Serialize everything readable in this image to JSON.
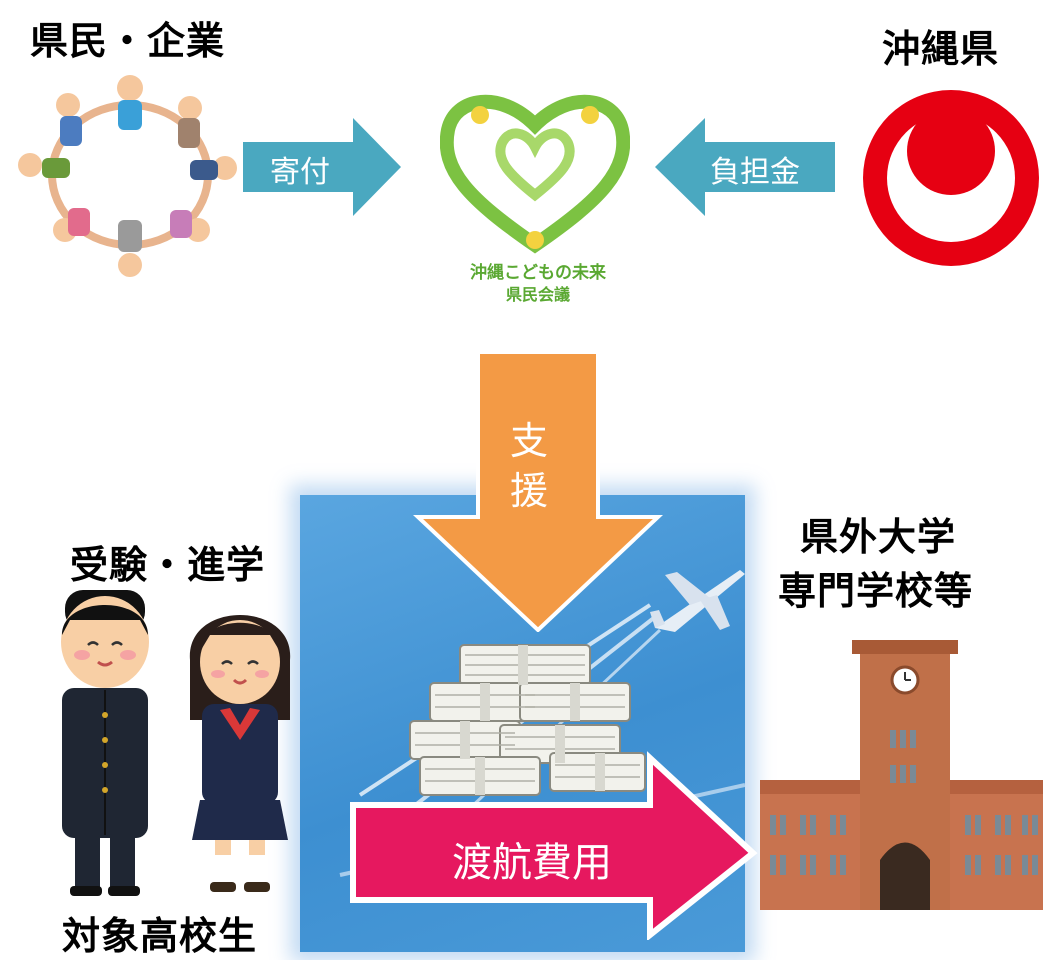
{
  "labels": {
    "citizens": "県民・企業",
    "prefecture": "沖縄県",
    "exam": "受験・進学",
    "universities_line1": "県外大学",
    "universities_line2": "専門学校等",
    "students": "対象高校生"
  },
  "arrows": {
    "donation": "寄付",
    "burden": "負担金",
    "support_1": "支",
    "support_2": "援",
    "travel": "渡航費用"
  },
  "logo": {
    "line1": "沖縄こどもの未来",
    "line2": "県民会議"
  },
  "colors": {
    "teal_arrow": "#4aa8c0",
    "orange_arrow": "#f39a45",
    "pink_arrow": "#e6185f",
    "sky": "#4a9ad8",
    "prefecture_red": "#e60012",
    "logo_green": "#7cc242",
    "building": "#c8734f"
  }
}
